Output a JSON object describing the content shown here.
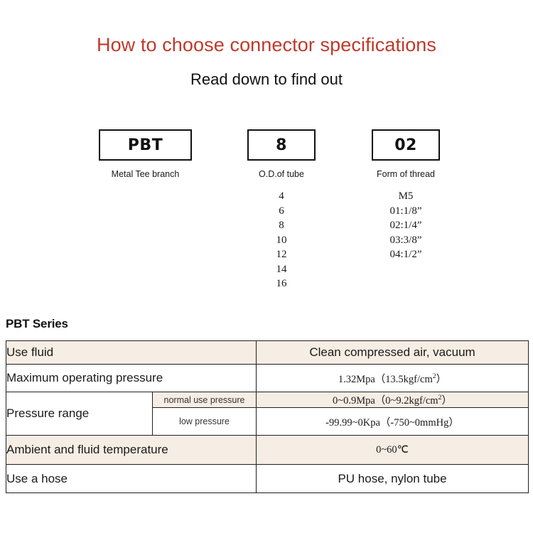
{
  "header": {
    "title": "How to choose connector specifications",
    "subtitle": "Read down to find out",
    "title_color": "#c0392b"
  },
  "code_breakdown": {
    "columns": [
      {
        "code": "PBT",
        "caption": "Metal Tee branch",
        "options": []
      },
      {
        "code": "8",
        "caption": "O.D.of tube",
        "options": [
          "4",
          "6",
          "8",
          "10",
          "12",
          "14",
          "16"
        ]
      },
      {
        "code": "02",
        "caption": "Form of thread",
        "options": [
          "M5",
          "01:1/8”",
          "02:1/4”",
          "03:3/8”",
          "04:1/2”"
        ]
      }
    ]
  },
  "spec_table": {
    "heading": "PBT Series",
    "accent_bg": "#f6ede4",
    "rows": [
      {
        "label": "Use fluid",
        "value": "Clean compressed air, vacuum"
      },
      {
        "label": "Maximum operating pressure",
        "value_main": "1.32Mpa（13.5kgf/cm",
        "value_sup": "2",
        "value_tail": "）"
      },
      {
        "label": "Pressure range",
        "sub_rows": [
          {
            "sublabel": "normal use pressure",
            "value_main": "0~0.9Mpa（0~9.2kgf/cm",
            "value_sup": "2",
            "value_tail": "）"
          },
          {
            "sublabel": "low pressure",
            "value": "-99.99~0Kpa（-750~0mmHg）"
          }
        ]
      },
      {
        "label": "Ambient and fluid temperature",
        "value": "0~60℃"
      },
      {
        "label": "Use a hose",
        "value": "PU hose, nylon tube"
      }
    ]
  }
}
